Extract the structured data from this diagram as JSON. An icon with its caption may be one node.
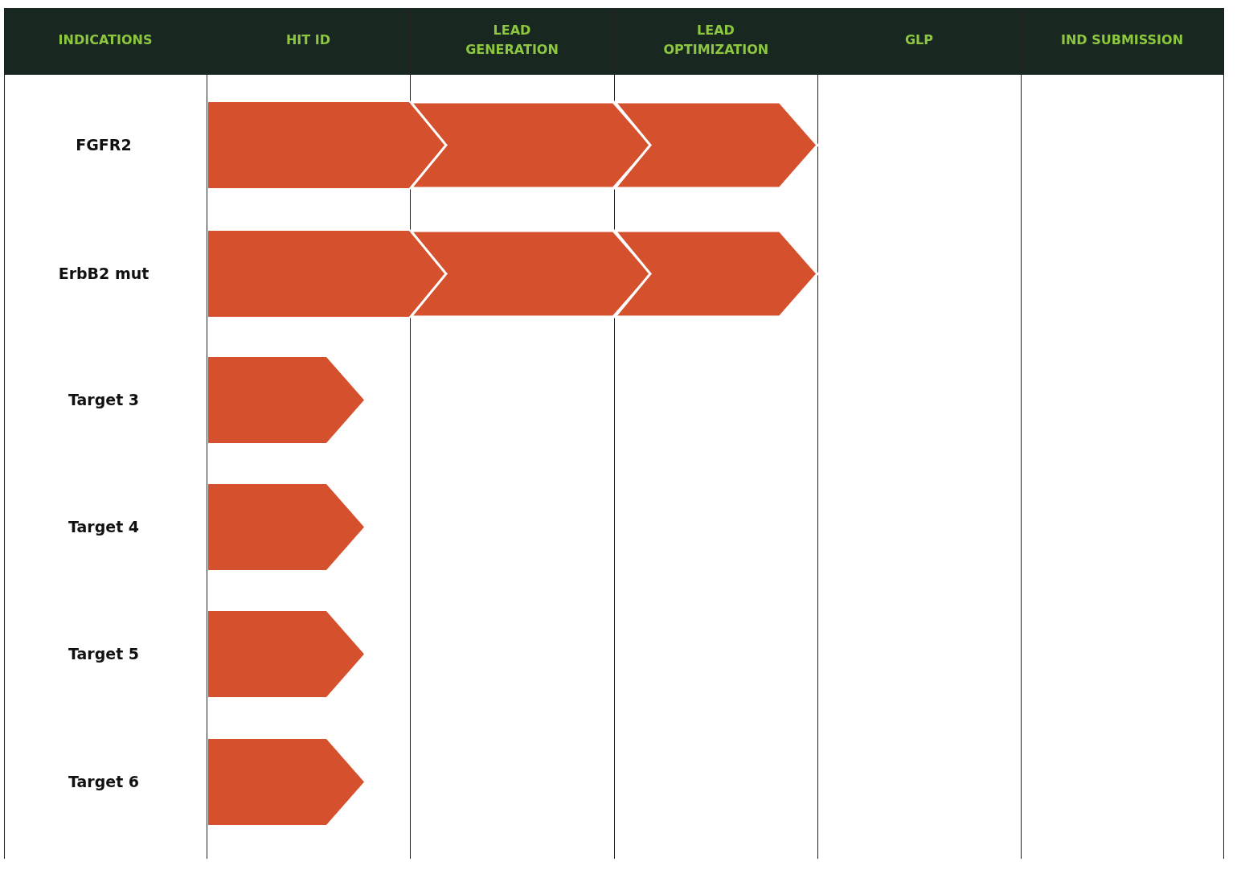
{
  "diagram": {
    "nodes": [
      {
        "text": [],
        "shape": "chevron"
      },
      {
        "text": [],
        "shape": "chevron"
      },
      {
        "text": [],
        "shape": "chevron"
      },
      {
        "text": [],
        "shape": "chevron"
      },
      {
        "text": [],
        "shape": "chevron"
      },
      {
        "text": [],
        "shape": "chevron"
      },
      {
        "text": [],
        "shape": "chevron"
      },
      {
        "text": [],
        "shape": "chevron"
      },
      {
        "text": [],
        "shape": "chevron"
      },
      {
        "text": [],
        "shape": "chevron"
      }
    ],
    "labels": [
      "INDICATIONS",
      "HIT ID",
      "LEAD GENERATION",
      "LEAD OPTIMIZATION",
      "GLP",
      "IND SUBMISSION",
      "FGFR2",
      "ErbB2 mut",
      "Target 3",
      "Target 4",
      "Target 5",
      "Target 6"
    ]
  }
}
